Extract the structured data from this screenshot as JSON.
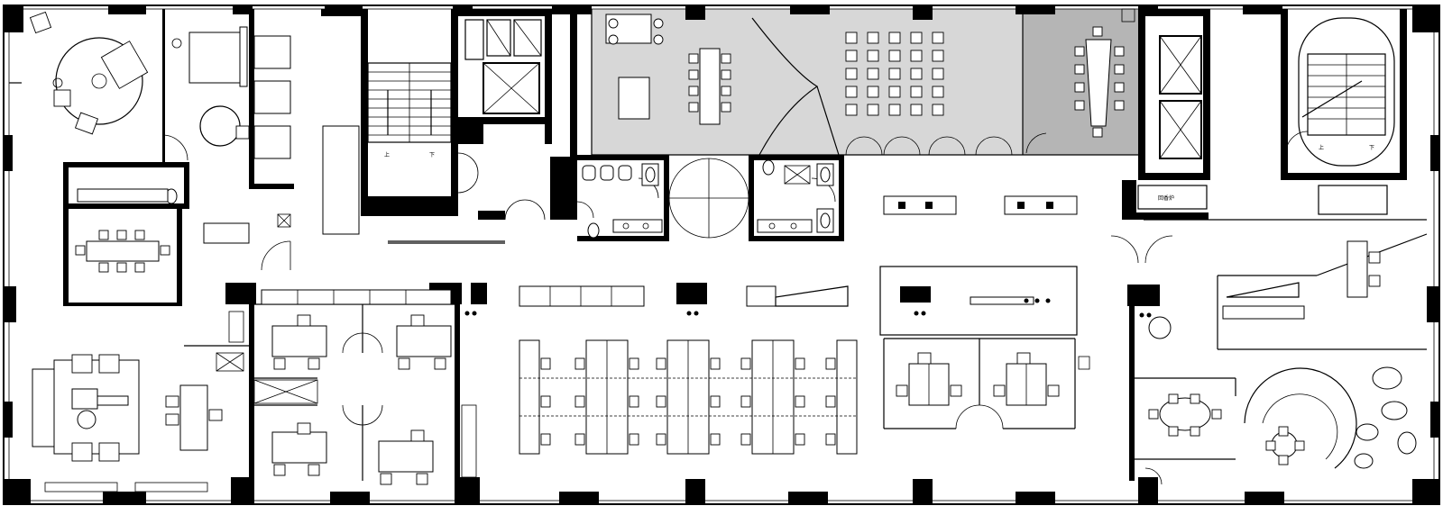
{
  "plan": {
    "room_labels": {
      "elevator_lobby_a": "回香炉",
      "elevator_lobby_b": "回香炉"
    },
    "stair_marks": {
      "west_up": "上",
      "west_down": "下",
      "east_up": "上",
      "east_down": "下"
    },
    "fill_colors": {
      "meeting_zone": "#d7d7d7",
      "boardroom": "#b5b5b5",
      "walls": "#000000"
    },
    "icons": [
      "door-swing-icon",
      "toilet-icon",
      "sink-icon",
      "elevator-icon",
      "stair-icon",
      "chair-icon",
      "sofa-icon",
      "plant-icon"
    ]
  }
}
